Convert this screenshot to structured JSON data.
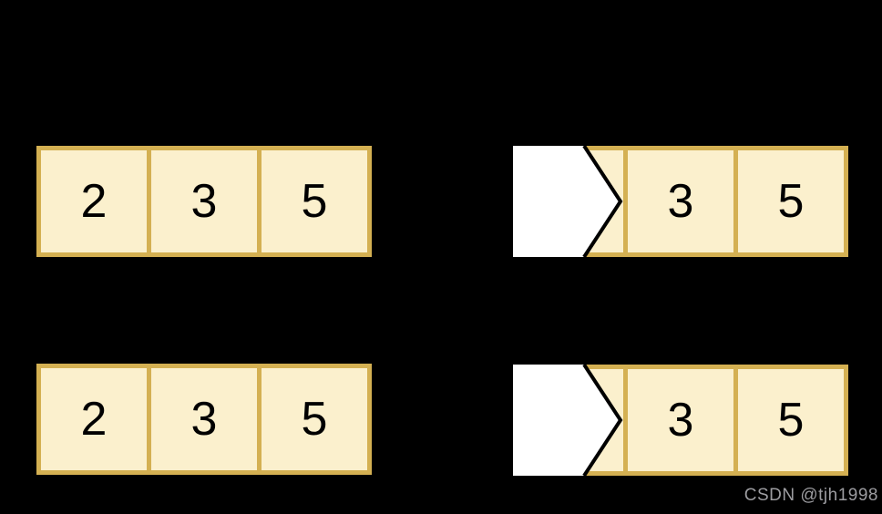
{
  "diagram": {
    "description": "queue-dequeue-visualization",
    "watermark": "CSDN @tjh1998",
    "colors": {
      "background": "#000000",
      "cell_fill": "#FBF0CD",
      "cell_border": "#D4B052",
      "digit": "#000000",
      "pointer_fill": "#FFFFFF",
      "pointer_stroke": "#000000",
      "watermark": "#9C9CA0"
    },
    "pointer_icon": "front-pointer-arrow",
    "arrays": [
      {
        "name": "queue-top-before",
        "cells": [
          "2",
          "3",
          "5"
        ],
        "pointer": false
      },
      {
        "name": "queue-top-after",
        "cells": [
          "",
          "3",
          "5"
        ],
        "pointer": true
      },
      {
        "name": "queue-bottom-before",
        "cells": [
          "2",
          "3",
          "5"
        ],
        "pointer": false
      },
      {
        "name": "queue-bottom-after",
        "cells": [
          "",
          "3",
          "5"
        ],
        "pointer": true
      }
    ]
  }
}
